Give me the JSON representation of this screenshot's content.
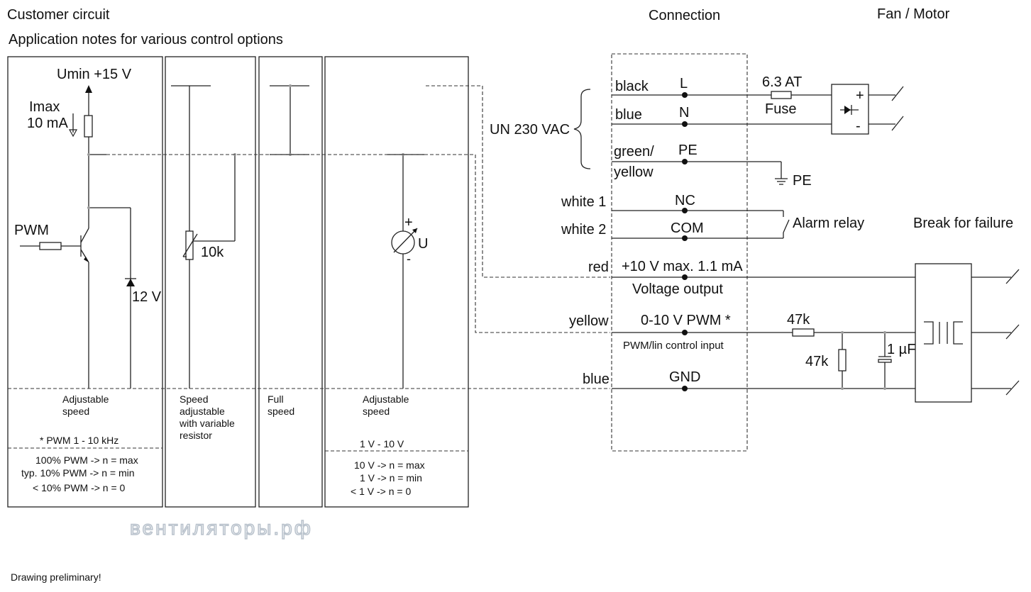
{
  "headers": {
    "customer_circuit": "Customer circuit",
    "app_notes": "Application notes for various control options",
    "connection": "Connection",
    "fan_motor": "Fan / Motor"
  },
  "circuit1": {
    "umin": "Umin +15 V",
    "imax": "Imax",
    "imax_val": "10 mA",
    "pwm": "PWM",
    "zener": "12 V"
  },
  "circuit2": {
    "pot": "10k"
  },
  "circuit4": {
    "meter": "U",
    "plus": "+",
    "minus": "-"
  },
  "notes": {
    "col1_title": [
      "Adjustable",
      "speed"
    ],
    "col1_sub": "* PWM 1 - 10 kHz",
    "col1_lines": [
      "100% PWM -> n = max",
      "typ. 10% PWM -> n = min",
      "< 10% PWM -> n = 0"
    ],
    "col2_title": [
      "Speed",
      "adjustable",
      "with variable",
      "resistor"
    ],
    "col3_title": [
      "Full",
      "speed"
    ],
    "col4_title": [
      "Adjustable",
      "speed"
    ],
    "col4_sub": "1 V - 10 V",
    "col4_lines": [
      "10 V -> n = max",
      "1 V -> n = min",
      "< 1 V -> n = 0"
    ]
  },
  "connection": {
    "supply": "UN 230 VAC",
    "wire_black": "black",
    "wire_blue": "blue",
    "wire_green": "green/",
    "wire_yellow_pe": "yellow",
    "term_L": "L",
    "term_N": "N",
    "term_PE": "PE",
    "pe_ground": "PE",
    "fuse_rating": "6.3 AT",
    "fuse": "Fuse",
    "plus": "+",
    "minus": "-",
    "wire_white1": "white 1",
    "wire_white2": "white 2",
    "term_NC": "NC",
    "term_COM": "COM",
    "alarm_relay": "Alarm relay",
    "break_failure": "Break for failure",
    "wire_red": "red",
    "voltage_out_spec": "+10 V max. 1.1 mA",
    "voltage_out": "Voltage output",
    "wire_yellow": "yellow",
    "control_spec": "0-10 V  PWM *",
    "control_input": "PWM/lin control input",
    "res_series": "47k",
    "res_shunt": "47k",
    "cap": "1 µF",
    "wire_blue_gnd": "blue",
    "term_GND": "GND"
  },
  "watermark": "вентиляторы.рф",
  "footer": "Drawing preliminary!"
}
